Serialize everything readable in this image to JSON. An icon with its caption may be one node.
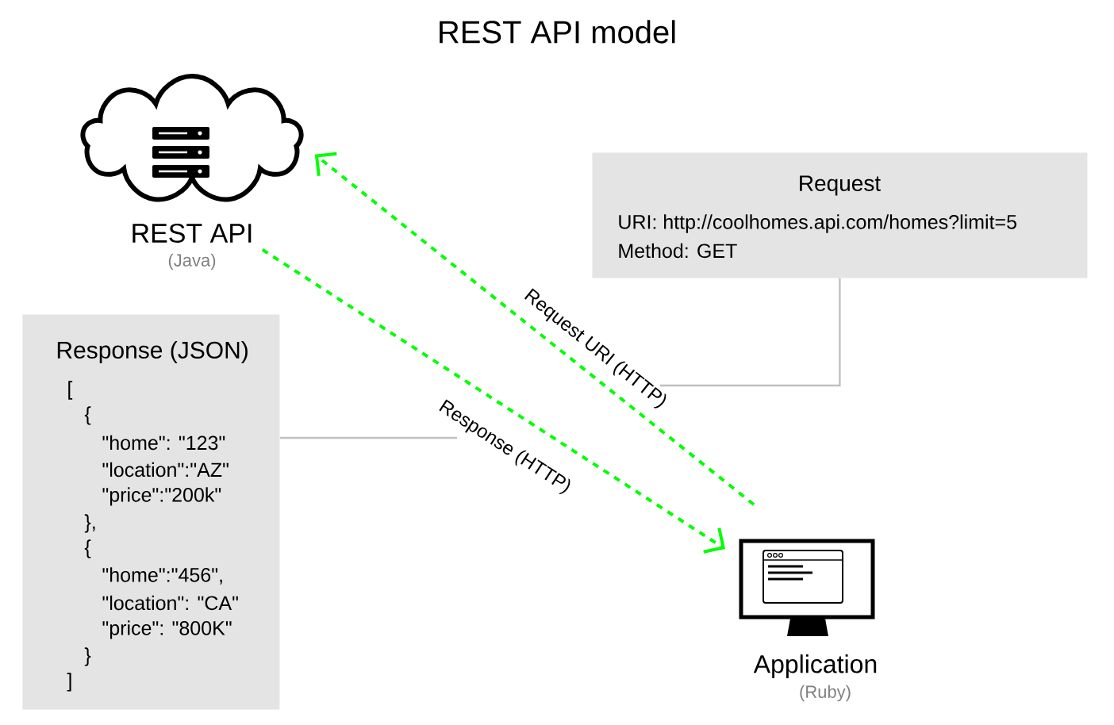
{
  "diagram": {
    "title": "REST API model",
    "nodes": [
      {
        "text": [
          "REST API"
        ],
        "beside": [
          "(Java)"
        ]
      },
      {
        "text": [
          "Application"
        ],
        "beside": [
          "(Ruby)"
        ]
      },
      {
        "text": [
          "Request",
          "URI:  http://coolhomes.api.com/homes?limit=5",
          "Method:   GET"
        ]
      },
      {
        "text": [
          "Response (JSON)",
          "[",
          "{",
          "\"home\": \"123\"",
          "\"location\":\"AZ\"",
          "\"price\":\"200k\"",
          "},",
          "{",
          "\"home\":\"456\",",
          "\"location\": \"CA\"",
          "\"price\": \"800K\"",
          "}",
          "]"
        ]
      }
    ],
    "edges": [
      {
        "from": 1,
        "to": 0,
        "arrow": "to",
        "label": "Request URI (HTTP)",
        "style": "dashed",
        "color": "#00ff00"
      },
      {
        "from": 0,
        "to": 1,
        "arrow": "to",
        "label": "Response (HTTP)",
        "style": "dashed",
        "color": "#00ff00"
      },
      {
        "from": 2,
        "to": null,
        "arrow": "none",
        "color": "#c0c0c0"
      },
      {
        "from": 3,
        "to": null,
        "arrow": "none",
        "color": "#c0c0c0"
      }
    ]
  }
}
